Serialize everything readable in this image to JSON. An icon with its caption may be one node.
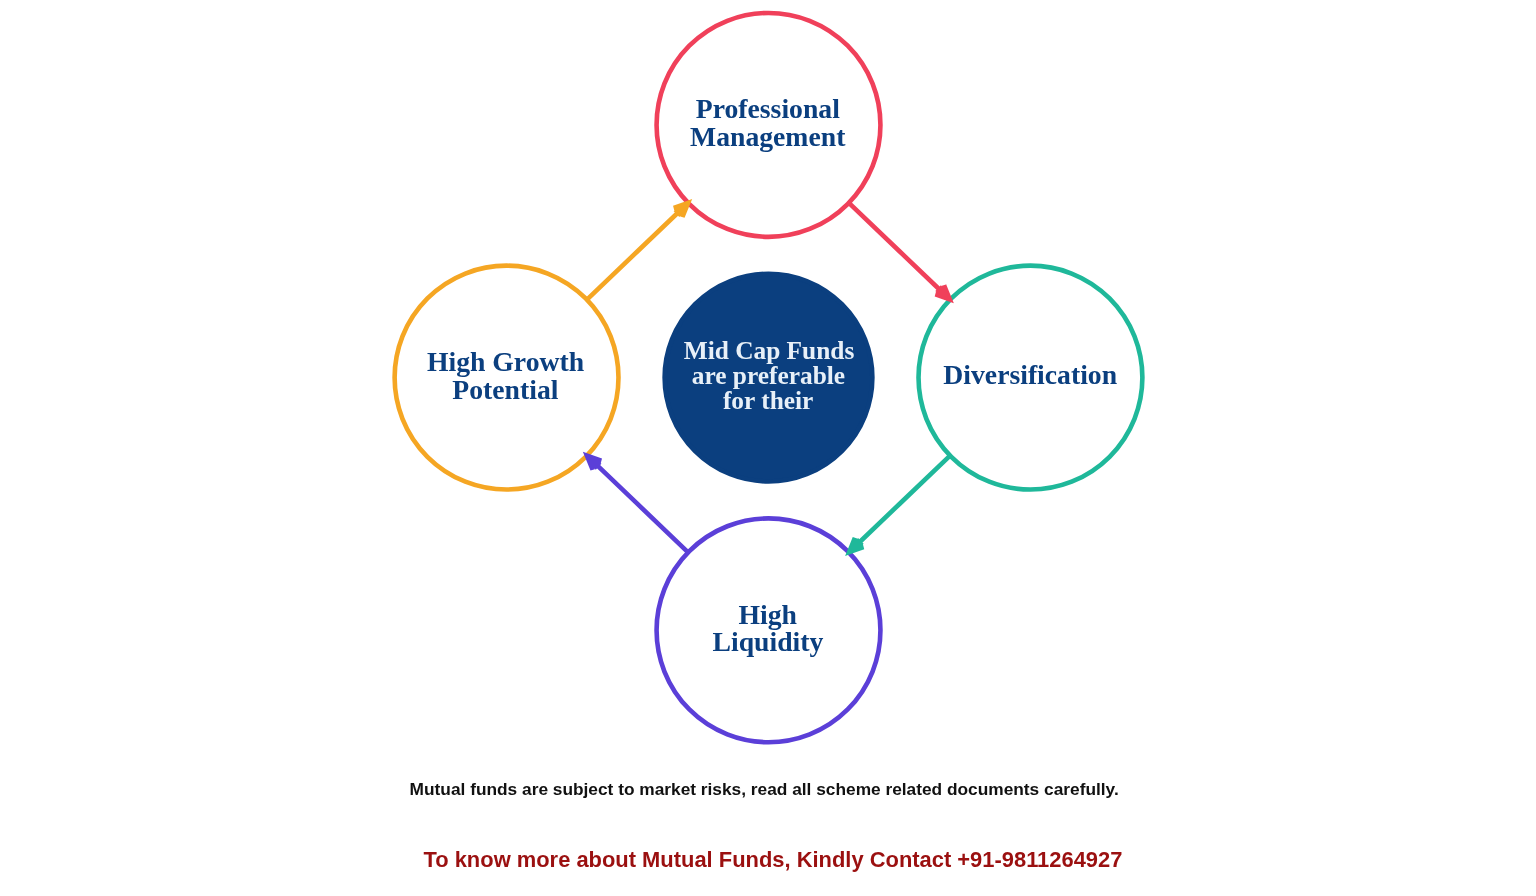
{
  "diagram": {
    "nodes": [
      {
        "text": [
          "Professional Management"
        ]
      },
      {
        "text": [
          "Diversification"
        ]
      },
      {
        "text": [
          "High Liquidity"
        ]
      },
      {
        "text": [
          "High Growth Potential"
        ]
      },
      {
        "text": [
          "Mid Cap Funds are preferable for their"
        ]
      }
    ],
    "edges": [
      {
        "from": 0,
        "to": 1,
        "arrow": "to",
        "color": "#f0405a"
      },
      {
        "from": 1,
        "to": 2,
        "arrow": "to",
        "color": "#1fb89a"
      },
      {
        "from": 2,
        "to": 3,
        "arrow": "to",
        "color": "#5b3fd8"
      },
      {
        "from": 3,
        "to": 0,
        "arrow": "to",
        "color": "#f5a623"
      }
    ],
    "labels": [
      "Mutual funds are subject to market risks, read all scheme related documents carefully.",
      "To know more about Mutual Funds, Kindly Contact +91-9811264927"
    ]
  }
}
